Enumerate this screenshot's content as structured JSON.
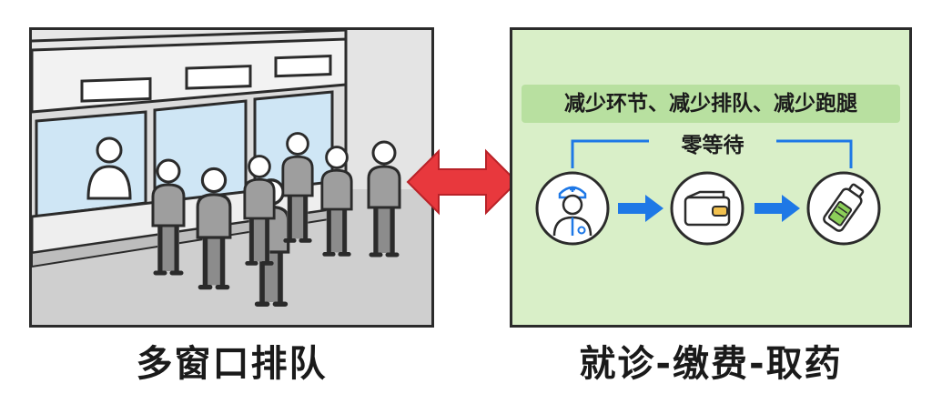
{
  "left_panel": {
    "caption": "多窗口排队"
  },
  "right_panel": {
    "caption": "就诊-缴费-取药",
    "benefits": "减少环节、减少排队、减少跑腿",
    "zero_wait": "零等待",
    "steps": [
      {
        "icon": "doctor-icon"
      },
      {
        "icon": "wallet-icon"
      },
      {
        "icon": "medicine-bottle-icon"
      }
    ]
  },
  "colors": {
    "left_bg": "#dcdcdc",
    "right_bg": "#d9efc8",
    "banner_bg": "#b8e0a0",
    "compare_arrow": "#e8383d",
    "flow_arrow": "#1e78e6",
    "counter_window": "#cfe6f5"
  },
  "connector": {
    "icon": "double-headed-arrow-icon"
  }
}
